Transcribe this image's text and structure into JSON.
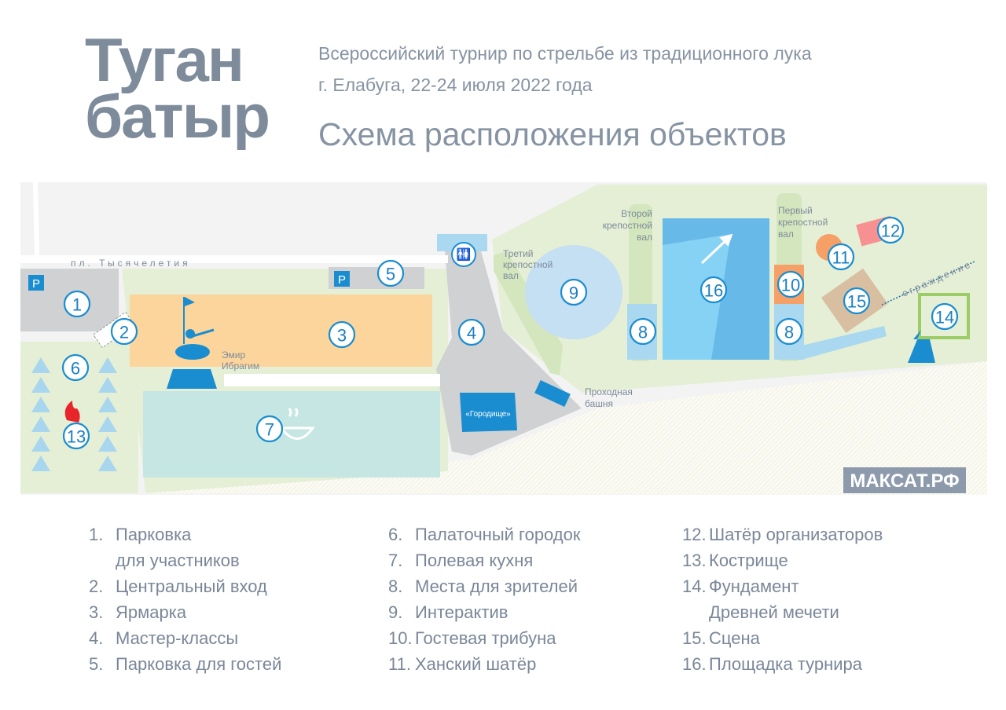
{
  "logo": {
    "line1": "Туган",
    "line2": "батыр"
  },
  "header": {
    "subtitle1": "Всероссийский турнир по стрельбе из традиционного лука",
    "subtitle2": "г. Елабуга, 22-24 июля 2022 года",
    "title": "Схема расположения объектов"
  },
  "map": {
    "labels": {
      "square": "пл. Тысячелетия",
      "statue": [
        "Эмир",
        "Ибрагим"
      ],
      "third_wall": [
        "Третий",
        "крепостной",
        "вал"
      ],
      "second_wall": [
        "Второй",
        "крепостной",
        "вал"
      ],
      "first_wall": [
        "Первый",
        "крепостной",
        "вал"
      ],
      "tower": [
        "Проходная",
        "башня"
      ],
      "gorodishche": "«Городище»",
      "fence": "ограждение",
      "parking": "P",
      "brand": "МАКСАТ.РФ"
    },
    "markers": [
      "1",
      "2",
      "3",
      "4",
      "5",
      "6",
      "7",
      "8",
      "8",
      "9",
      "10",
      "11",
      "12",
      "13",
      "14",
      "15",
      "16"
    ],
    "colors": {
      "blue": "#1a8dd0",
      "green": "#e5efd6",
      "gray": "#d0d1d3",
      "orange": "#fcd59c",
      "teal": "#c5e6e3"
    }
  },
  "legend": [
    [
      {
        "n": "1.",
        "t": "Парковка",
        "t2": "для участников"
      },
      {
        "n": "2.",
        "t": "Центральный вход"
      },
      {
        "n": "3.",
        "t": "Ярмарка"
      },
      {
        "n": "4.",
        "t": "Мастер-классы"
      },
      {
        "n": "5.",
        "t": "Парковка для гостей"
      }
    ],
    [
      {
        "n": "6.",
        "t": "Палаточный городок"
      },
      {
        "n": "7.",
        "t": "Полевая кухня"
      },
      {
        "n": "8.",
        "t": "Места для зрителей"
      },
      {
        "n": "9.",
        "t": "Интерактив"
      },
      {
        "n": "10.",
        "t": "Гостевая трибуна"
      },
      {
        "n": "11.",
        "t": "Ханский шатёр"
      }
    ],
    [
      {
        "n": "12.",
        "t": "Шатёр организаторов"
      },
      {
        "n": "13.",
        "t": "Кострище"
      },
      {
        "n": "14.",
        "t": "Фундамент",
        "t2": "Древней мечети"
      },
      {
        "n": "15.",
        "t": "Сцена"
      },
      {
        "n": "16.",
        "t": "Площадка турнира"
      }
    ]
  ]
}
